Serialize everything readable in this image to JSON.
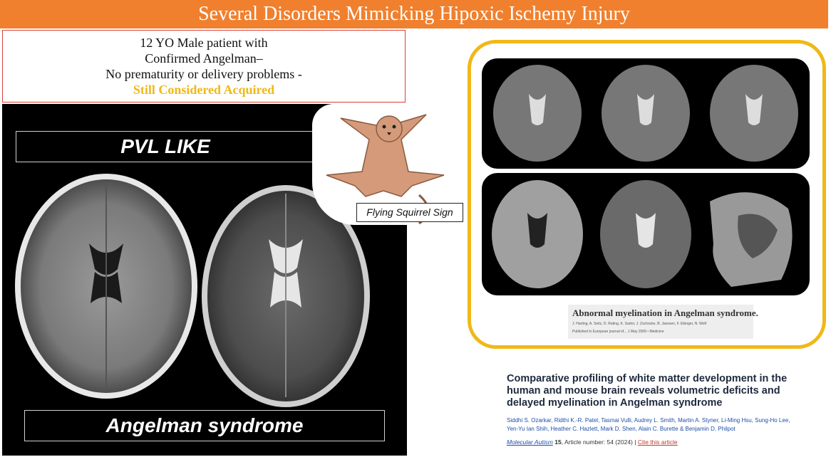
{
  "title": "Several Disorders Mimicking Hipoxic Ischemy Injury",
  "patient": {
    "line1": "12 YO Male patient with",
    "line2": "Confirmed Angelman–",
    "line3": "No prematurity or delivery problems -",
    "line4": "Still Considered Acquired"
  },
  "left_panel": {
    "top_label": "PVL LIKE",
    "bottom_label": "Angelman syndrome"
  },
  "squirrel": {
    "caption": "Flying Squirrel Sign",
    "icon": "flying-squirrel-icon"
  },
  "reference1": {
    "title": "Abnormal myelination in Angelman syndrome.",
    "authors": "J. Harting, A. Seitz, D. Rating, K. Sartor, J. Zschocke, B. Janssen, F. Ebinger, N. Wolf",
    "published": "Published in European journal of... 1 May 2009 • Medicine"
  },
  "reference2": {
    "title": "Comparative profiling of white matter development in the human and mouse brain reveals volumetric deficits and delayed myelination in Angelman syndrome",
    "authors": "Siddhi S. Ozarkar, Ridthi K.-R. Patel, Tasmai Vulli, Audrey L. Smith, Martin A. Styner, Li-Ming Hsu, Sung-Ho Lee, Yen-Yu Ian Shih, Heather C. Hazlett, Mark D. Shen, Alain C. Burette & Benjamin D. Philpot",
    "journal": "Molecular Autism",
    "volume": "15",
    "article": ", Article number: 54 (2024)",
    "cite_link": "Cite this article"
  },
  "colors": {
    "title_bar": "#f0802e",
    "accent_yellow": "#f0b818",
    "patient_border": "#d9403a",
    "link_blue": "#1f4fa8"
  }
}
